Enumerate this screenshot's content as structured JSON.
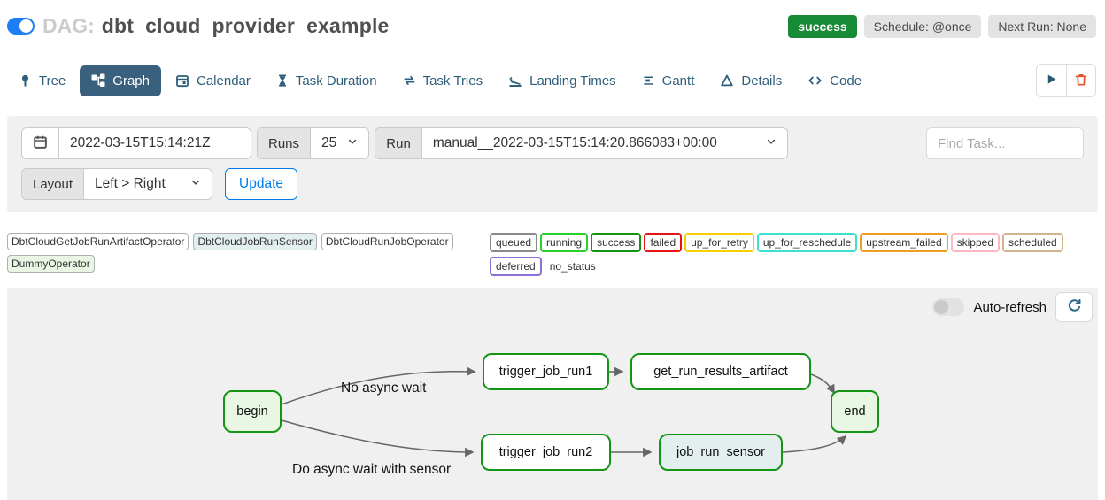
{
  "header": {
    "dag_label": "DAG:",
    "dag_name": "dbt_cloud_provider_example",
    "badges": {
      "status": "success",
      "schedule": "Schedule: @once",
      "next_run": "Next Run: None"
    }
  },
  "tabs": [
    {
      "label": "Tree",
      "icon": "tree-icon",
      "active": false
    },
    {
      "label": "Graph",
      "icon": "graph-icon",
      "active": true
    },
    {
      "label": "Calendar",
      "icon": "calendar-icon",
      "active": false
    },
    {
      "label": "Task Duration",
      "icon": "hourglass-icon",
      "active": false
    },
    {
      "label": "Task Tries",
      "icon": "repeat-icon",
      "active": false
    },
    {
      "label": "Landing Times",
      "icon": "plane-landing-icon",
      "active": false
    },
    {
      "label": "Gantt",
      "icon": "gantt-icon",
      "active": false
    },
    {
      "label": "Details",
      "icon": "triangle-icon",
      "active": false
    },
    {
      "label": "Code",
      "icon": "code-icon",
      "active": false
    }
  ],
  "toolbar": {
    "icons": [
      "play-icon",
      "trash-icon"
    ]
  },
  "filters": {
    "execution_date": "2022-03-15T15:14:21Z",
    "runs_label": "Runs",
    "runs_value": "25",
    "run_label": "Run",
    "run_value": "manual__2022-03-15T15:14:20.866083+00:00",
    "find_task_placeholder": "Find Task...",
    "layout_label": "Layout",
    "layout_value": "Left > Right",
    "update_button": "Update"
  },
  "legend": {
    "operators": [
      {
        "label": "DbtCloudGetJobRunArtifactOperator",
        "fill": "#ffffff"
      },
      {
        "label": "DbtCloudJobRunSensor",
        "fill": "#e3eeee"
      },
      {
        "label": "DbtCloudRunJobOperator",
        "fill": "#ffffff"
      },
      {
        "label": "DummyOperator",
        "fill": "#e9f6e3"
      }
    ],
    "statuses": [
      {
        "label": "queued",
        "border": "#8a8a8a"
      },
      {
        "label": "running",
        "border": "#2ad12a"
      },
      {
        "label": "success",
        "border": "#149414"
      },
      {
        "label": "failed",
        "border": "#e81313"
      },
      {
        "label": "up_for_retry",
        "border": "#f7cf00"
      },
      {
        "label": "up_for_reschedule",
        "border": "#40e0d0"
      },
      {
        "label": "upstream_failed",
        "border": "#ef9f1f"
      },
      {
        "label": "skipped",
        "border": "#ffb7c3"
      },
      {
        "label": "scheduled",
        "border": "#d2b48c"
      },
      {
        "label": "deferred",
        "border": "#8d70d8"
      }
    ],
    "no_status_label": "no_status"
  },
  "graph": {
    "auto_refresh_label": "Auto-refresh",
    "edge_labels": {
      "top": "No async wait",
      "bottom": "Do async wait with sensor"
    },
    "nodes": {
      "begin": {
        "label": "begin",
        "fill": "#e9f6e3",
        "border": "#149414"
      },
      "trigger_job_run1": {
        "label": "trigger_job_run1",
        "fill": "#ffffff",
        "border": "#149414"
      },
      "get_run_results_artifact": {
        "label": "get_run_results_artifact",
        "fill": "#ffffff",
        "border": "#149414"
      },
      "trigger_job_run2": {
        "label": "trigger_job_run2",
        "fill": "#ffffff",
        "border": "#149414"
      },
      "job_run_sensor": {
        "label": "job_run_sensor",
        "fill": "#e3eeee",
        "border": "#149414"
      },
      "end": {
        "label": "end",
        "fill": "#e9f6e3",
        "border": "#149414"
      }
    }
  },
  "colors": {
    "accent_blue": "#017cee",
    "toggle_blue": "#1d7df5",
    "tab_active_bg": "#39607c",
    "tab_text": "#2e5f7a",
    "success_badge_bg": "#178a35",
    "node_border_green": "#149414",
    "trash_red": "#e4512b",
    "panel_gray": "#f0f0f0",
    "edge_gray": "#666666"
  }
}
